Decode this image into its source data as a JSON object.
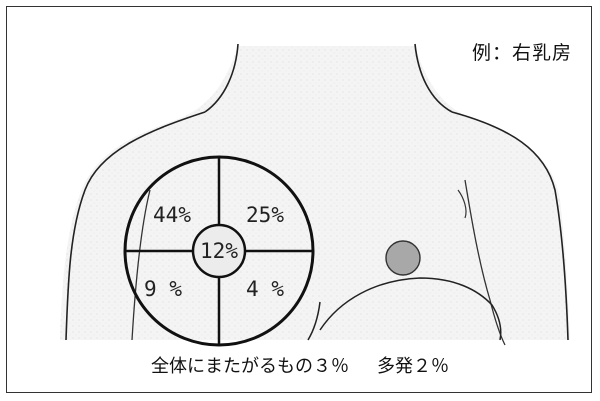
{
  "header": {
    "example_label": "例：右乳房"
  },
  "quadrants": {
    "upper_inner": "44%",
    "upper_outer": "25%",
    "central": "12%",
    "lower_inner": "9 %",
    "lower_outer": "4 %"
  },
  "caption": {
    "whole_breast": "全体にまたがるもの３％",
    "multiple": "多発２％"
  }
}
